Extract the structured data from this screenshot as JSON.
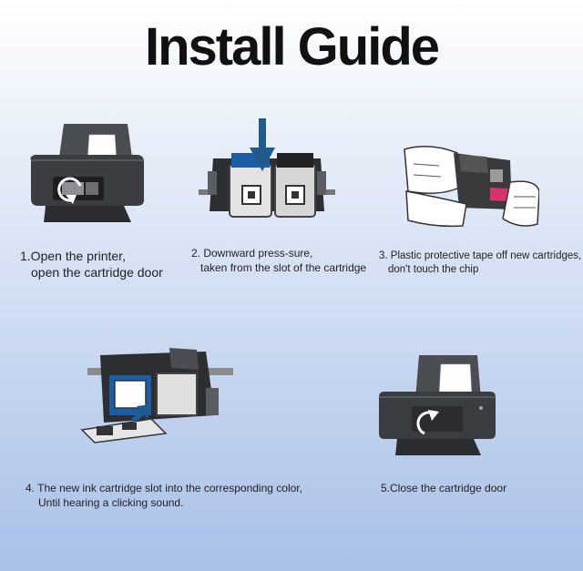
{
  "title": "Install Guide",
  "colors": {
    "accent_arrow": "#1f5b8c",
    "tape_pink": "#d8336e",
    "printer_dark": "#3a3d42",
    "background_bottom": "#a9c0e8"
  },
  "steps": [
    {
      "illustration": "printer-open-door-icon",
      "line1": "1.Open the printer,",
      "line2": "open the cartridge door"
    },
    {
      "illustration": "cartridge-press-down-icon",
      "line1": "2. Downward press-sure,",
      "line2": "taken from the slot of the cartridge"
    },
    {
      "illustration": "remove-tape-icon",
      "line1": "3. Plastic protective tape off new cartridges,",
      "line2": "don't touch the chip"
    },
    {
      "illustration": "insert-cartridge-icon",
      "line1": "4. The new ink cartridge slot into the corresponding color,",
      "line2": "Until hearing a clicking sound."
    },
    {
      "illustration": "printer-close-door-icon",
      "line1": "5.Close the cartridge door",
      "line2": ""
    }
  ]
}
